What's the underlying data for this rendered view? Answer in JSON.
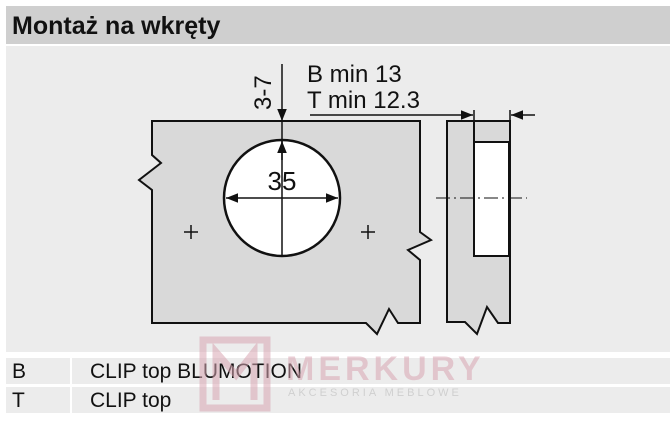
{
  "header": {
    "title": "Montaż na wkręty"
  },
  "diagram": {
    "depth_label": "3-7",
    "b_label": "B min 13",
    "t_label": "T min 12.3",
    "diameter_label": "35"
  },
  "legend": [
    {
      "key": "B",
      "value": "CLIP top BLUMOTION"
    },
    {
      "key": "T",
      "value": "CLIP top"
    }
  ],
  "watermark": {
    "brand": "MERKURY",
    "tagline": "AKCESORIA MEBLOWE",
    "color": "#d9a7b3"
  }
}
